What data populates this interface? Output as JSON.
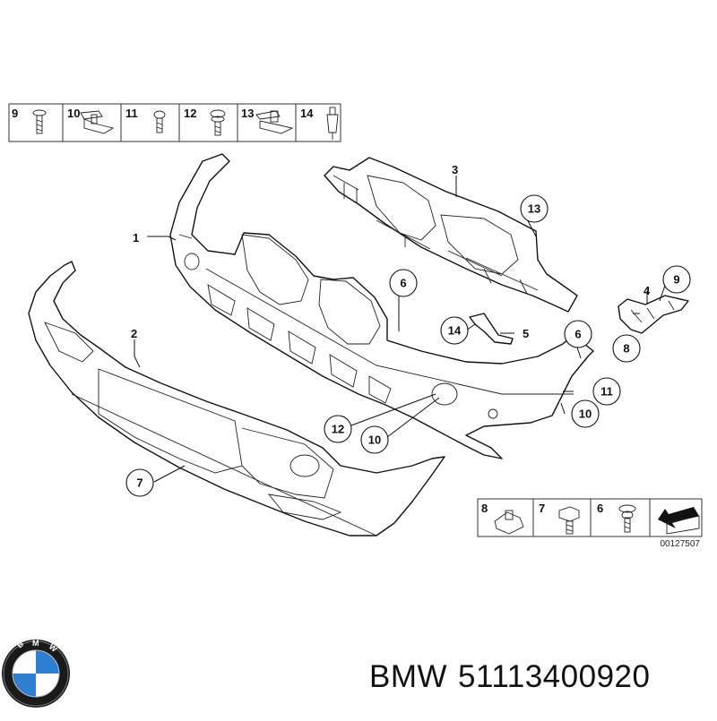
{
  "diagram": {
    "top_hardware_numbers": [
      "9",
      "10",
      "11",
      "12",
      "13",
      "14"
    ],
    "bottom_hardware_numbers": [
      "8",
      "7",
      "6"
    ],
    "drawing_code": "00127507",
    "callouts": {
      "c1": "1",
      "c2": "2",
      "c3": "3",
      "c4": "4",
      "c5": "5",
      "c6a": "6",
      "c6b": "6",
      "c7": "7",
      "c8": "8",
      "c9": "9",
      "c10a": "10",
      "c10b": "10",
      "c11": "11",
      "c12": "12",
      "c13": "13",
      "c14": "14"
    }
  },
  "logo": {
    "letters": "BMW"
  },
  "caption": {
    "brand": "BMW",
    "part_number": "51113400920"
  },
  "colors": {
    "line": "#111111",
    "background": "#ffffff",
    "logo_blue": "#2f7fd0"
  }
}
